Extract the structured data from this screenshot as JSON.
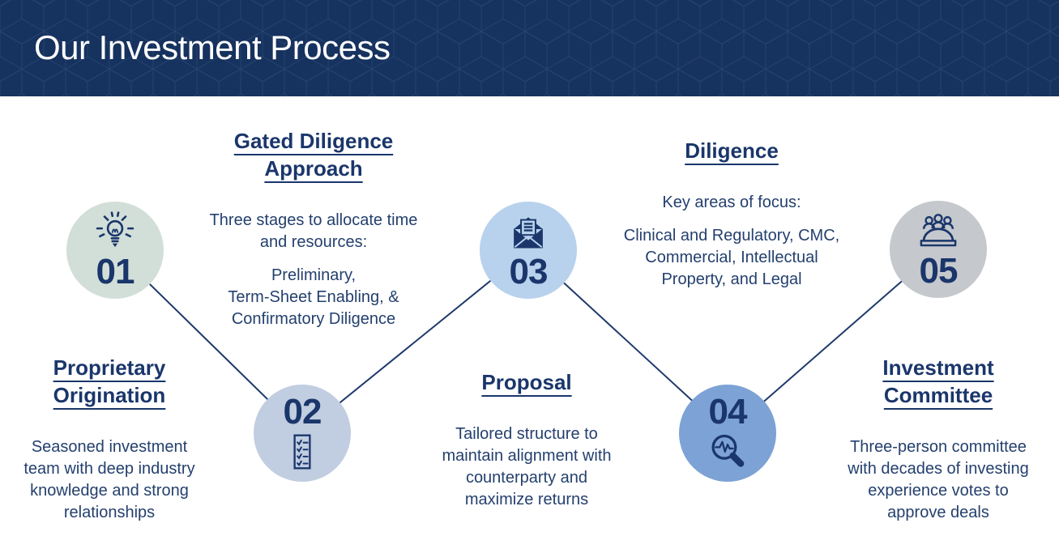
{
  "header": {
    "title": "Our Investment Process",
    "bg_color": "#16325e",
    "pattern_line_color": "#33507d"
  },
  "palette": {
    "text_navy": "#24406e",
    "heading_navy": "#1a366b",
    "connector_line": "#1e3a6b",
    "circle_colors": [
      "#d2dfd8",
      "#c1cde0",
      "#b8d2ed",
      "#7da2d5",
      "#c5c8cc"
    ]
  },
  "steps": [
    {
      "number": "01",
      "icon": "lightbulb-icon",
      "heading": "Proprietary\nOrigination",
      "paragraphs": [
        "Seasoned investment\nteam with deep industry\nknowledge and strong\nrelationships"
      ]
    },
    {
      "number": "02",
      "icon": "checklist-icon",
      "heading": "Gated Diligence\nApproach",
      "paragraphs": [
        "Three stages to allocate time\nand resources:",
        "Preliminary,\nTerm-Sheet Enabling, &\nConfirmatory Diligence"
      ]
    },
    {
      "number": "03",
      "icon": "open-envelope-icon",
      "heading": "Proposal",
      "paragraphs": [
        "Tailored structure to\nmaintain alignment with\ncounterparty and\nmaximize returns"
      ]
    },
    {
      "number": "04",
      "icon": "magnifier-pulse-icon",
      "heading": "Diligence",
      "paragraphs": [
        "Key areas of focus:",
        "Clinical and Regulatory, CMC,\nCommercial, Intellectual\nProperty, and Legal"
      ]
    },
    {
      "number": "05",
      "icon": "committee-icon",
      "heading": "Investment\nCommittee",
      "paragraphs": [
        "Three-person committee\nwith decades of investing\nexperience votes to\napprove deals"
      ]
    }
  ]
}
